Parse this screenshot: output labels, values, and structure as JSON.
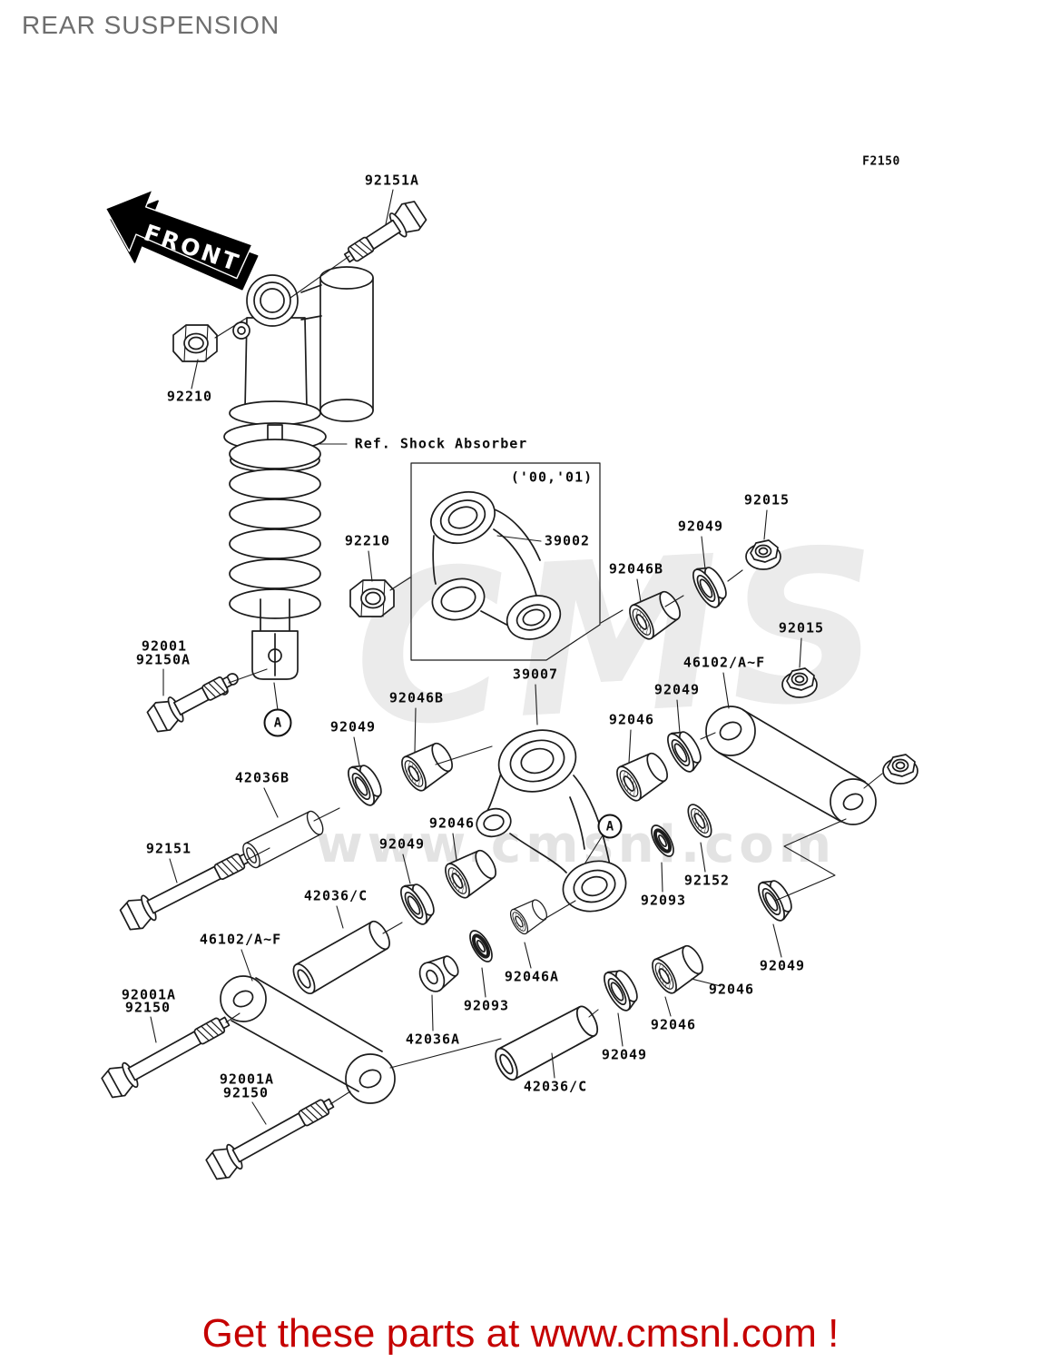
{
  "title": "REAR SUSPENSION",
  "diagram_code": "F2150",
  "front_marker": "FRONT",
  "watermark": {
    "logo": "CMS",
    "url": "www.cmsnl.com"
  },
  "banner": "Get these parts at www.cmsnl.com !",
  "markers": [
    {
      "label": "A"
    },
    {
      "label": "A"
    }
  ],
  "labels": [
    {
      "text": "92151A"
    },
    {
      "text": "92210"
    },
    {
      "text": "Ref. Shock Absorber"
    },
    {
      "text": "('00,'01)"
    },
    {
      "text": "39002"
    },
    {
      "text": "92210"
    },
    {
      "text": "92015"
    },
    {
      "text": "92049"
    },
    {
      "text": "92046B"
    },
    {
      "text": "92015"
    },
    {
      "text": "46102/A~F"
    },
    {
      "text": "92049"
    },
    {
      "text": "39007"
    },
    {
      "text": "92046"
    },
    {
      "text": "92001"
    },
    {
      "text": "92150A"
    },
    {
      "text": "92049"
    },
    {
      "text": "92046B"
    },
    {
      "text": "42036B"
    },
    {
      "text": "92046"
    },
    {
      "text": "92049"
    },
    {
      "text": "92151"
    },
    {
      "text": "42036/C"
    },
    {
      "text": "92152"
    },
    {
      "text": "92093"
    },
    {
      "text": "46102/A~F"
    },
    {
      "text": "92049"
    },
    {
      "text": "92046A"
    },
    {
      "text": "92001A"
    },
    {
      "text": "92150"
    },
    {
      "text": "92046"
    },
    {
      "text": "92093"
    },
    {
      "text": "92046"
    },
    {
      "text": "42036A"
    },
    {
      "text": "92049"
    },
    {
      "text": "42036/C"
    },
    {
      "text": "92001A"
    },
    {
      "text": "92150"
    }
  ]
}
